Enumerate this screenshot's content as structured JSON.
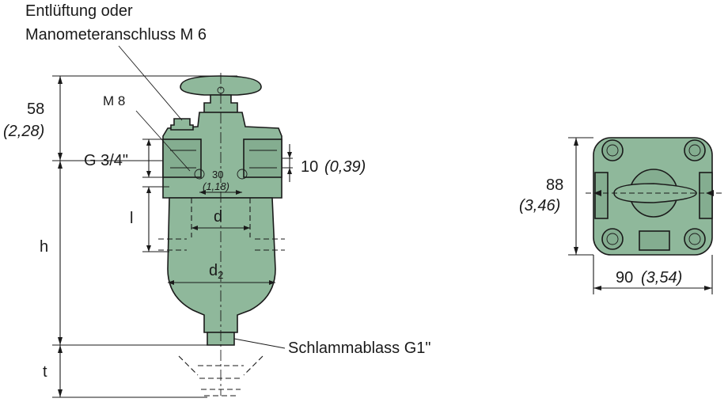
{
  "labels": {
    "vent_line1": "Entlüftung oder",
    "vent_line2": "Manometeranschluss M 6",
    "m8": "M 8",
    "dim58": "58",
    "dim58_in": "(2,28)",
    "g34": "G 3/4\"",
    "dim30": "30",
    "dim30_in": "(1,18)",
    "dim10": "10",
    "dim10_in": "(0,39)",
    "l": "l",
    "d": "d",
    "h": "h",
    "d2": "d",
    "d2_sub": "2",
    "sludge": "Schlammablass G1\"",
    "t": "t",
    "dim88": "88",
    "dim88_in": "(3,46)",
    "dim90": "90",
    "dim90_in": "(3,54)"
  },
  "colors": {
    "body_fill": "#8fb89b",
    "line": "#1a1a1a",
    "background": "#ffffff"
  }
}
